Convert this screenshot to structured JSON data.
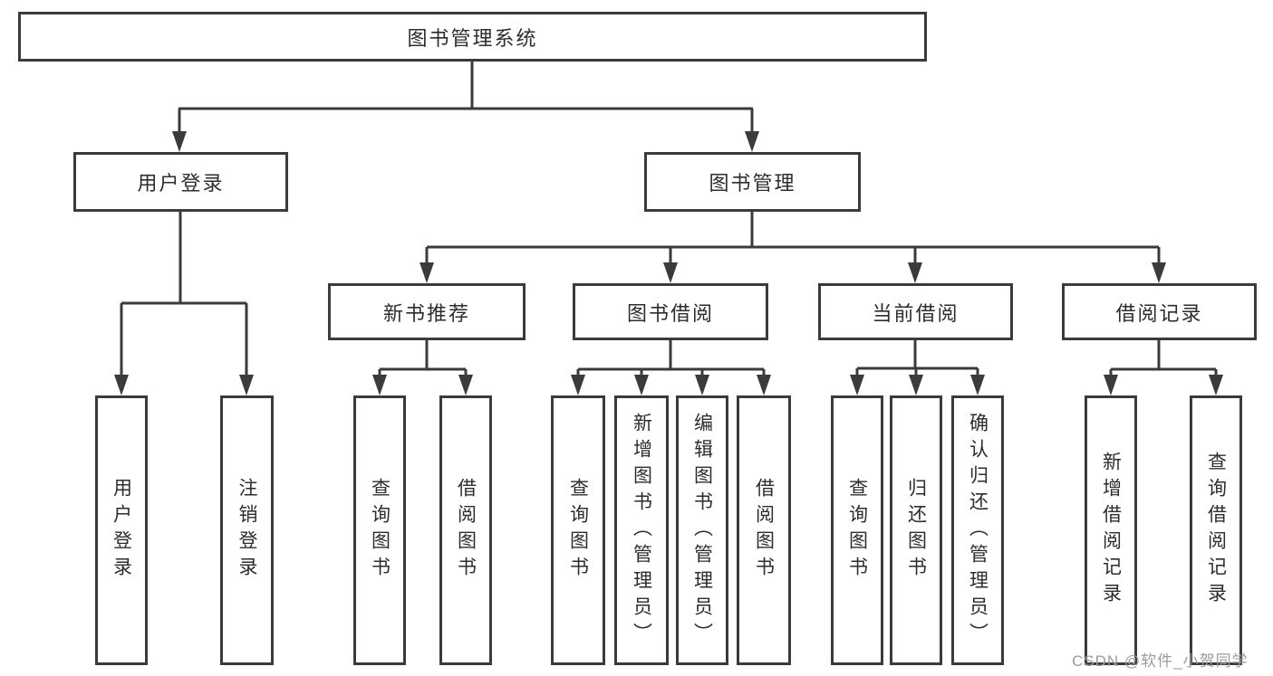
{
  "watermark": "CSDN @软件_小贺同学",
  "tree": {
    "root": {
      "label": "图书管理系统"
    },
    "login": {
      "label": "用户登录",
      "children": [
        {
          "label": "用户登录"
        },
        {
          "label": "注销登录"
        }
      ]
    },
    "management": {
      "label": "图书管理",
      "sections": [
        {
          "label": "新书推荐",
          "children": [
            {
              "label": "查询图书"
            },
            {
              "label": "借阅图书"
            }
          ]
        },
        {
          "label": "图书借阅",
          "children": [
            {
              "label": "查询图书"
            },
            {
              "label": "新增图书（管理员）"
            },
            {
              "label": "编辑图书（管理员）"
            },
            {
              "label": "借阅图书"
            }
          ]
        },
        {
          "label": "当前借阅",
          "children": [
            {
              "label": "查询图书"
            },
            {
              "label": "归还图书"
            },
            {
              "label": "确认归还（管理员）"
            }
          ]
        },
        {
          "label": "借阅记录",
          "children": [
            {
              "label": "新增借阅记录"
            },
            {
              "label": "查询借阅记录"
            }
          ]
        }
      ]
    }
  }
}
